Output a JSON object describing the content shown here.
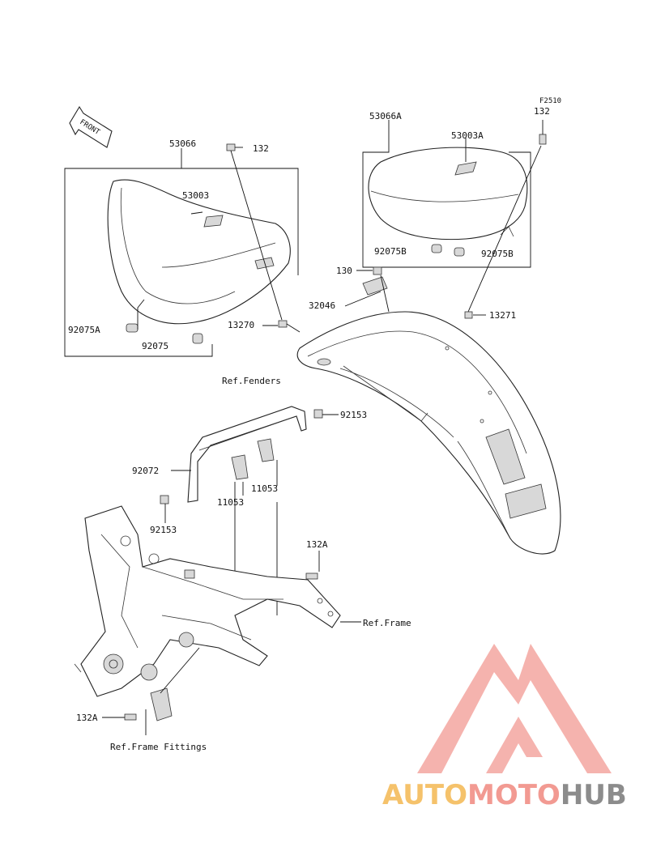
{
  "diagram_code": "F2510",
  "front_arrow_label": "FRONT",
  "callouts": {
    "p53066": "53066",
    "p132_top": "132",
    "p53003": "53003",
    "p92075A": "92075A",
    "p92075": "92075",
    "p13270": "13270",
    "p53066A": "53066A",
    "p132_right": "132",
    "p53003A": "53003A",
    "p92075B_left": "92075B",
    "p92075B_right": "92075B",
    "p130": "130",
    "p32046": "32046",
    "p13271": "13271",
    "p92153_right": "92153",
    "p92072": "92072",
    "p11053_right": "11053",
    "p11053_left": "11053",
    "p92153_left": "92153",
    "p132A_top": "132A",
    "p132A_bottom": "132A"
  },
  "references": {
    "fenders": "Ref.Fenders",
    "frame": "Ref.Frame",
    "frame_fittings": "Ref.Frame Fittings"
  },
  "watermark": {
    "part1": "AUTO",
    "part2": "MOTO",
    "part3": "HUB",
    "color_logo": "#f4a6a0",
    "color_auto": "#f5c26b",
    "color_moto": "#f29a92",
    "color_hub": "#8c8c8c"
  }
}
